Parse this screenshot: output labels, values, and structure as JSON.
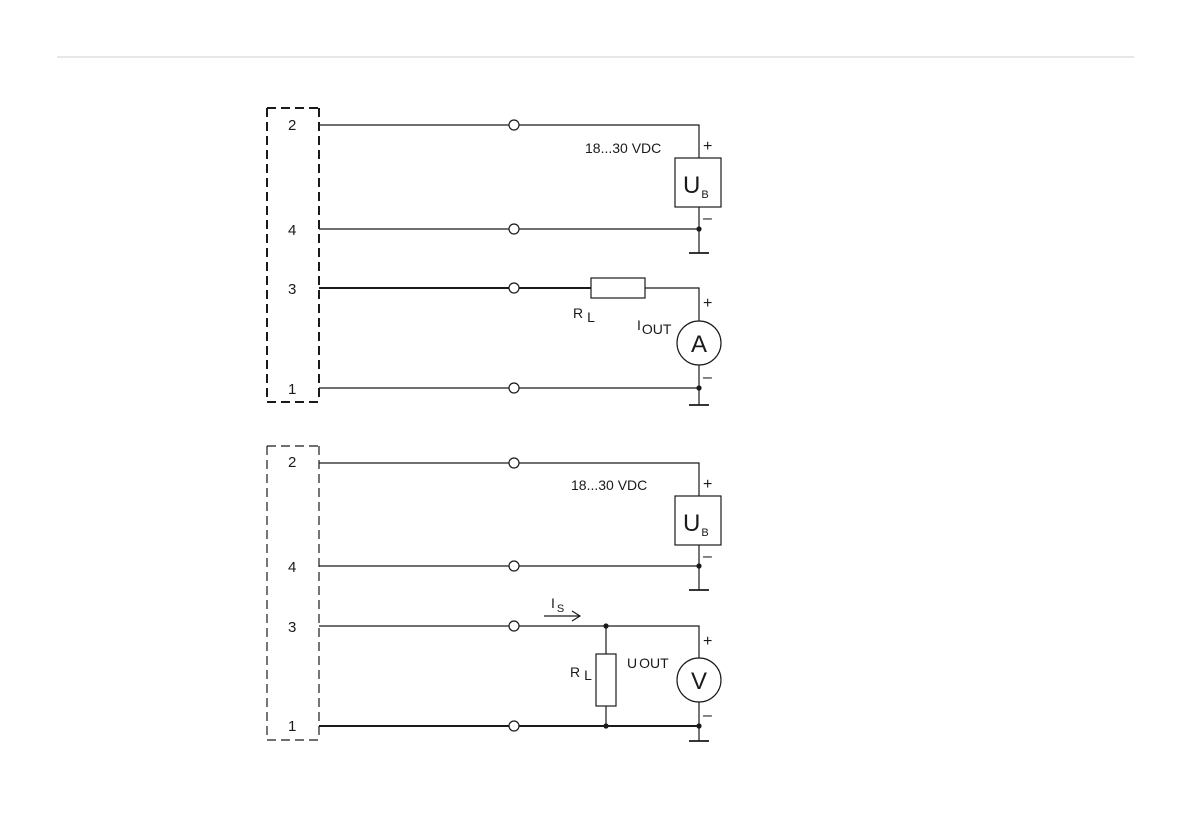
{
  "circuit_top": {
    "pins": [
      "2",
      "4",
      "3",
      "1"
    ],
    "supply_label": "18...30 VDC",
    "supply": {
      "main": "U",
      "sub": "B"
    },
    "resistor": {
      "main": "R",
      "sub": "L"
    },
    "meter_label": {
      "main": "I",
      "sub": "OUT"
    },
    "meter_symbol": "A",
    "plus": "+",
    "minus": "–"
  },
  "circuit_bottom": {
    "pins": [
      "2",
      "4",
      "3",
      "1"
    ],
    "supply_label": "18...30 VDC",
    "supply": {
      "main": "U",
      "sub": "B"
    },
    "resistor": {
      "main": "R",
      "sub": "L"
    },
    "current_label": {
      "main": "I",
      "sub": "S"
    },
    "meter_label": {
      "main": "U",
      "sub": "OUT"
    },
    "meter_symbol": "V",
    "plus": "+",
    "minus": "–"
  }
}
